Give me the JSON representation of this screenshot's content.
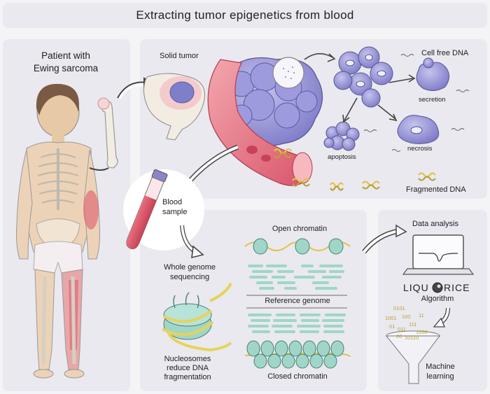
{
  "title": "Extracting tumor epigenetics from blood",
  "patient": {
    "line1": "Patient with",
    "line2": "Ewing sarcoma"
  },
  "tumor": {
    "solid_tumor": "Solid tumor",
    "cell_free_dna": "Cell free DNA",
    "secretion": "secretion",
    "apoptosis": "apoptosis",
    "necrosis": "necrosis",
    "fragmented_dna": "Fragmented DNA"
  },
  "blood": {
    "line1": "Blood",
    "line2": "sample"
  },
  "sequencing": {
    "wgs_line1": "Whole genome",
    "wgs_line2": "sequencing",
    "nuc_line1": "Nucleosomes",
    "nuc_line2": "reduce DNA",
    "nuc_line3": "fragmentation",
    "open_chromatin": "Open chromatin",
    "reference_genome": "Reference genome",
    "closed_chromatin": "Closed chromatin"
  },
  "analysis": {
    "data_analysis": "Data analysis",
    "liquorice_left": "LIQU",
    "liquorice_right": "RICE",
    "algorithm": "Algorithm",
    "binary": [
      "0101",
      "1001",
      "100",
      "11",
      "01",
      "111",
      "011",
      "1000",
      "00",
      "10110"
    ],
    "ml_line1": "Machine",
    "ml_line2": "learning"
  },
  "colors": {
    "panel_bg": "#e9e9ef",
    "tumor_purple": "#8a8ad0",
    "blood_red": "#d9556a",
    "dna_yellow": "#e7d35a",
    "chromatin_teal": "#9fd6c8"
  }
}
